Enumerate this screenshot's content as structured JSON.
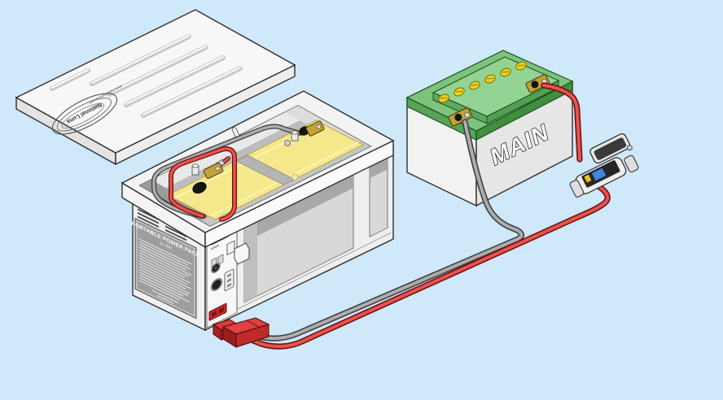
{
  "colors": {
    "background": "#cfe8fa",
    "cable_positive_red": "#e8534e",
    "cable_negative_gray": "#adadad",
    "aux_battery_yellow": "#f5e88a",
    "main_battery_top_green": "#7cc47c",
    "connector_red": "#da3c3c",
    "fuse_blue": "#4585d8"
  },
  "lid": {
    "logo_text": "National Luna",
    "website_text": "www.nationalluna.com"
  },
  "power_pack": {
    "label_title": "PORTABLE POWER PACK",
    "label_voltage": "12 VDC"
  },
  "main_battery": {
    "label": "MAIN"
  }
}
